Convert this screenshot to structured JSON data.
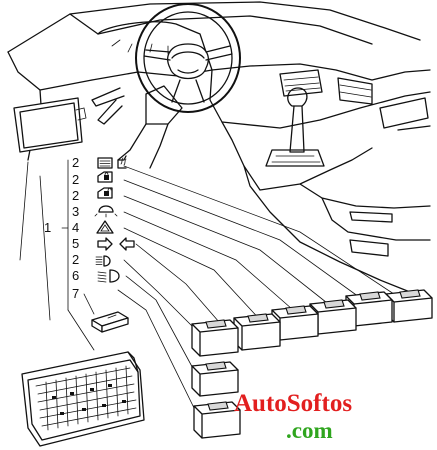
{
  "callout": {
    "main_number": "1",
    "rows": [
      {
        "number": "2",
        "icon": "rear-window-defrost-and-seat-heater-icons"
      },
      {
        "number": "2",
        "icon": "door-lock-icon"
      },
      {
        "number": "2",
        "icon": "door-unlock-icon"
      },
      {
        "number": "3",
        "icon": "courtesy-light-icon"
      },
      {
        "number": "4",
        "icon": "hazard-warning-icon"
      },
      {
        "number": "5",
        "icon": "turn-signal-arrows-icon"
      },
      {
        "number": "2",
        "icon": "high-beam-icon"
      },
      {
        "number": "6",
        "icon": "low-beam-icon"
      },
      {
        "number": "7",
        "icon": "blade-fuse-icon"
      }
    ]
  },
  "watermark": {
    "line1": "AutoSoftos",
    "line2": ".com",
    "color1": "#e21f1f",
    "color2": "#2fa51e"
  }
}
